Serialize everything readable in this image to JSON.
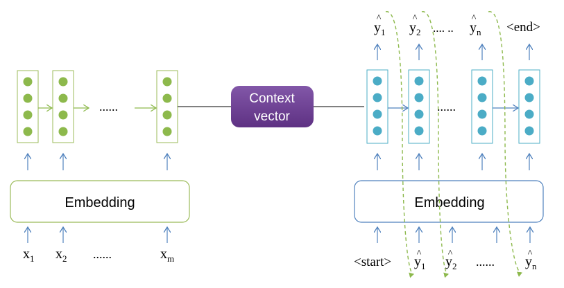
{
  "context": {
    "line1": "Context",
    "line2": "vector"
  },
  "encoder": {
    "embedding_label": "Embedding",
    "ellipsis": "......",
    "inputs": [
      {
        "base": "x",
        "sub": "1"
      },
      {
        "base": "x",
        "sub": "2"
      },
      {
        "ellipsis": "......"
      },
      {
        "base": "x",
        "sub": "m"
      }
    ]
  },
  "decoder": {
    "embedding_label": "Embedding",
    "ellipsis": "......",
    "outputs": [
      {
        "base": "y",
        "sub": "1",
        "hat": "^"
      },
      {
        "base": "y",
        "sub": "2",
        "hat": "^"
      },
      {
        "ellipsis": ".... .."
      },
      {
        "base": "y",
        "sub": "n",
        "hat": "^"
      },
      {
        "text": "<end>"
      }
    ],
    "inputs": [
      {
        "text": "<start>"
      },
      {
        "base": "y",
        "sub": "1",
        "hat": "^"
      },
      {
        "base": "y",
        "sub": "2",
        "hat": "^"
      },
      {
        "ellipsis": "......"
      },
      {
        "base": "y",
        "sub": "n",
        "hat": "^"
      }
    ]
  },
  "colors": {
    "encoder_green": "#8DB94C",
    "encoder_box": "#9BBB59",
    "decoder_teal": "#4BACC6",
    "decoder_box": "#4F81BD",
    "arrow_blue": "#4F81BD",
    "context_fill": "#6A3D8F",
    "dashed_green": "#8DB94C"
  }
}
